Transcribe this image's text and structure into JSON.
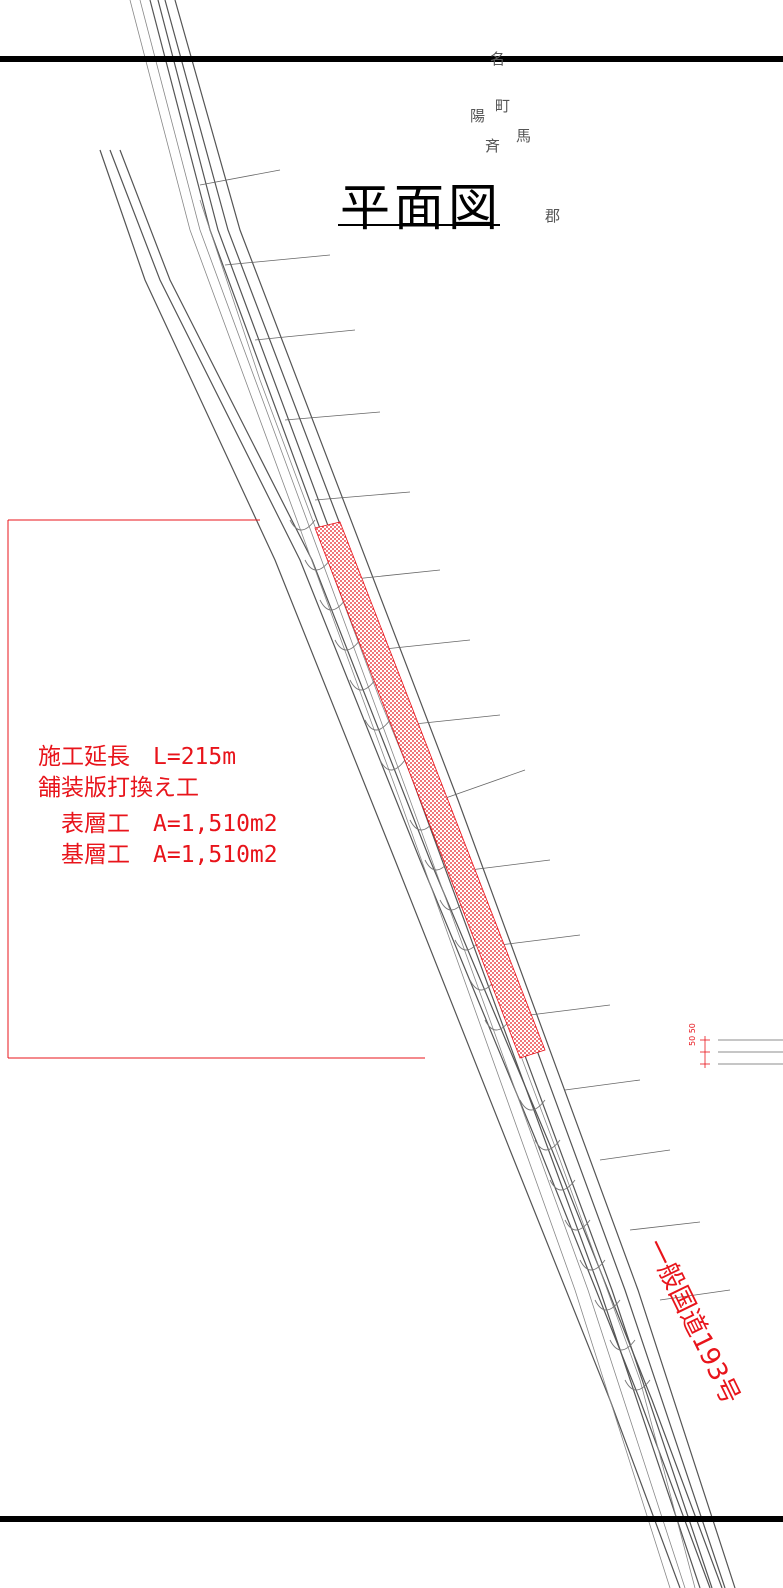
{
  "title": "平面図",
  "work_summary": {
    "line1": "施工延長　L=215m",
    "line2": "舗装版打換え工",
    "line3": "　表層工　A=1,510m2",
    "line4": "　基層工　A=1,510m2"
  },
  "road_label": "一般国道193号",
  "place_chars": [
    "名",
    "馬",
    "郡",
    "町",
    "斉",
    "陽"
  ],
  "dimension_label": "50 50",
  "colors": {
    "annotation": "#e8141b",
    "hatch_area": "#f27a7a",
    "linework": "#555555",
    "border": "#000000"
  }
}
